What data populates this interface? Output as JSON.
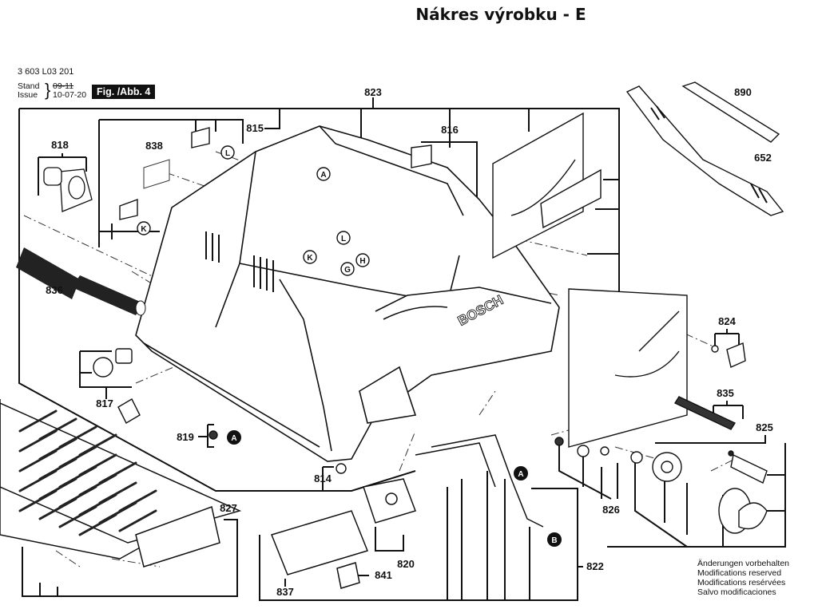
{
  "header": {
    "title": "Nákres výrobku - E",
    "document_number": "3 603 L03 201",
    "stand_label": "Stand",
    "issue_label": "Issue",
    "old_date": "09-11",
    "issue_date": "10-07-20",
    "figure_badge": "Fig. /Abb. 4"
  },
  "parts": {
    "p823": "823",
    "p815": "815",
    "p816": "816",
    "p818": "818",
    "p838": "838",
    "p836": "836",
    "p890": "890",
    "p652": "652",
    "p824": "824",
    "p835": "835",
    "p825": "825",
    "p826": "826",
    "p817": "817",
    "p819": "819",
    "p814": "814",
    "p827": "827",
    "p820": "820",
    "p822": "822",
    "p841": "841",
    "p837": "837"
  },
  "markers": {
    "A": "A",
    "B": "B",
    "K": "K",
    "L": "L",
    "G": "G",
    "H": "H"
  },
  "brand_text": "BOSCH",
  "footer_notes": [
    "Änderungen vorbehalten",
    "Modifications reserved",
    "Modifications resérvées",
    "Salvo modificaciones"
  ]
}
